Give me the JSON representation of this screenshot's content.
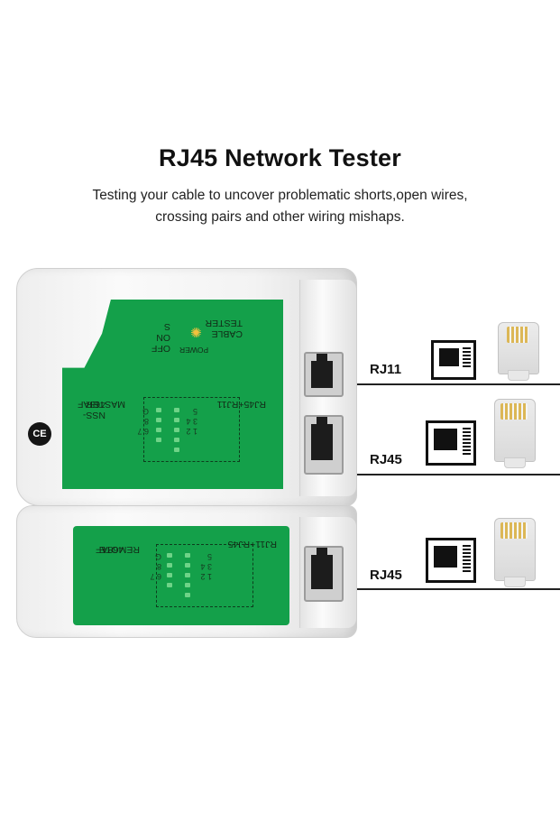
{
  "header": {
    "title": "RJ45 Network Tester",
    "subtitle_line1": "Testing your cable to uncover problematic shorts,open wires,",
    "subtitle_line2": "crossing pairs and other wiring mishaps."
  },
  "master_unit": {
    "cable_tester": "CABLE TESTER",
    "power": "POWER",
    "off_on_s": "OFF ON S",
    "rj45_rj11": "RJ45+RJ11",
    "master": "MASTER",
    "model": "NSS-468AF",
    "ce_mark": "CE",
    "pins_top": "1  2  3  4  5",
    "pins_bottom": "6  7  8  G"
  },
  "remote_unit": {
    "rj11_rj45": "RJ11+RJ45",
    "remote": "REMOTE",
    "model": "468AF",
    "pins_top": "1  2  3  4  5",
    "pins_bottom": "6  7  8  G"
  },
  "ports": [
    {
      "label": "RJ11"
    },
    {
      "label": "RJ45"
    },
    {
      "label": "RJ45"
    }
  ],
  "colors": {
    "panel_green": "#14a04a",
    "body_white": "#f3f3f3",
    "pins_gold": "#d9b044"
  }
}
